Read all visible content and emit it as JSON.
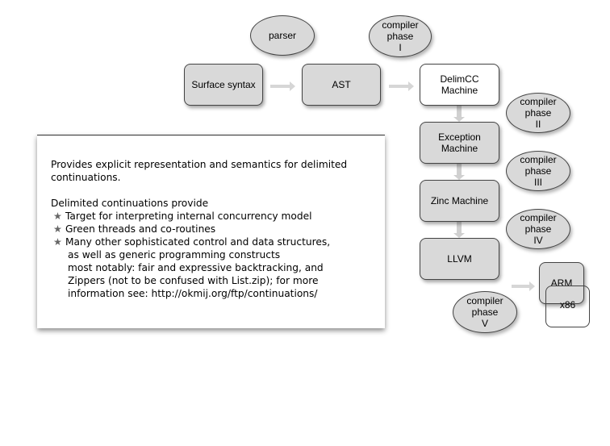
{
  "nodes": {
    "surface": "Surface syntax",
    "ast": "AST",
    "delimcc": "DelimCC\nMachine",
    "exception": "Exception\nMachine",
    "zinc": "Zinc Machine",
    "llvm": "LLVM",
    "arm": "ARM",
    "x86": "x86"
  },
  "phases": {
    "parser": "parser",
    "phase1": "compiler\nphase\nI",
    "phase2": "compiler\nphase\nII",
    "phase3": "compiler\nphase\nIII",
    "phase4": "compiler\nphase\nIV",
    "phase5": "compiler\nphase\nV"
  },
  "panel": {
    "intro_line1": "Provides explicit representation and semantics for delimited",
    "intro_line2": "continuations.",
    "list_heading": "Delimited continuations provide",
    "bullet_symbol": "★",
    "bullets": [
      "Target for interpreting internal concurrency model",
      "Green threads and co-routines",
      "Many other sophisticated control and data structures,"
    ],
    "continuation": [
      "as well as generic programming constructs",
      "most notably: fair and expressive backtracking, and",
      "Zippers (not to be confused with List.zip); for more",
      "information see: http://okmij.org/ftp/continuations/"
    ]
  }
}
